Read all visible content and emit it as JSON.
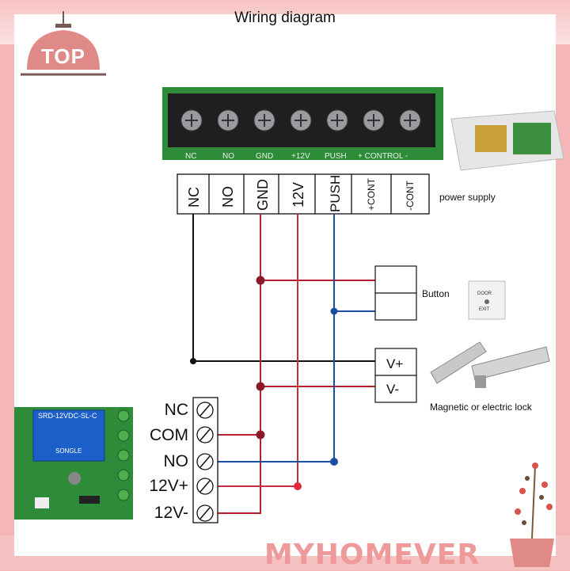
{
  "header": {
    "title": "Wiring diagram",
    "badge": "TOP"
  },
  "power_supply": {
    "label": "power supply",
    "board_labels": [
      "NC",
      "NO",
      "GND",
      "+12V",
      "PUSH",
      "+ CONTROL -"
    ],
    "terminals": [
      "NC",
      "NO",
      "GND",
      "12V",
      "PUSH",
      "+CONT",
      "-CONT"
    ]
  },
  "button": {
    "label": "Button",
    "plate_text": [
      "DOOR",
      "EXIT"
    ]
  },
  "lock": {
    "label": "Magnetic or electric lock",
    "terminals": [
      "V+",
      "V-"
    ]
  },
  "relay": {
    "terminals": [
      "NC",
      "COM",
      "NO",
      "12V+",
      "12V-"
    ],
    "module_text": [
      "SRD-12VDC-SL-C",
      "SONGLE"
    ]
  },
  "footer": {
    "brand": "MYHOMEVER"
  },
  "colors": {
    "red_wire": "#b5202e",
    "blue_wire": "#1c4fa0",
    "black_wire": "#111111",
    "board_green": "#2e8b3a"
  }
}
